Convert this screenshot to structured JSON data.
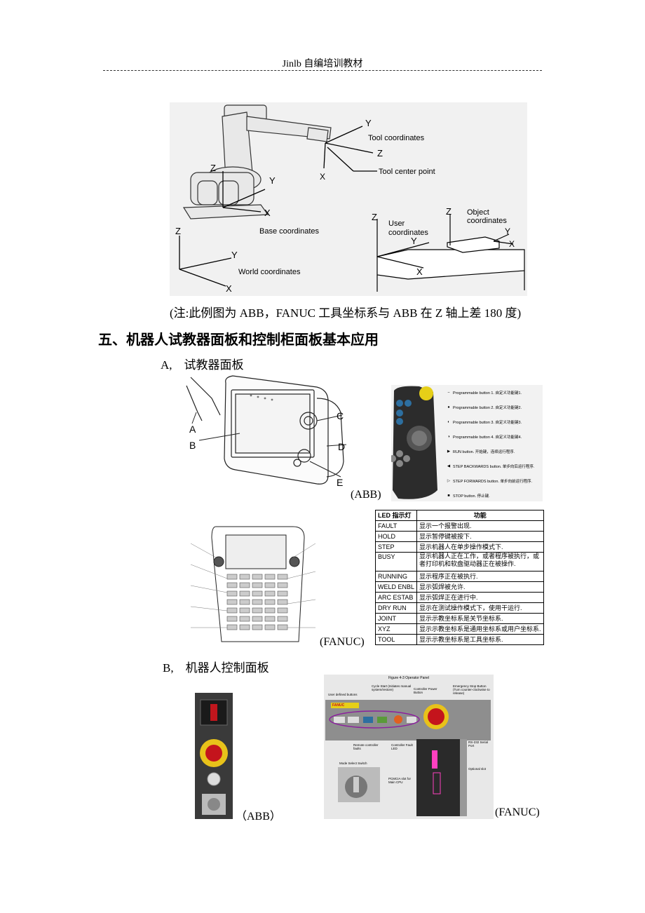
{
  "header": {
    "title": "Jinlb 自编培训教材"
  },
  "coord_figure": {
    "labels": {
      "tool_coords": "Tool coordinates",
      "tcp": "Tool center point",
      "base_coords": "Base coordinates",
      "world_coords": "World coordinates",
      "user_coords_1": "User",
      "user_coords_2": "coordinates",
      "object_coords_1": "Object",
      "object_coords_2": "coordinates"
    },
    "axes": {
      "x": "X",
      "y": "Y",
      "z": "Z"
    }
  },
  "note": "(注:此例图为 ABB，FANUC 工具坐标系与 ABB 在 Z 轴上差 180 度)",
  "section_title": "五、机器人试教器面板和控制柜面板基本应用",
  "subsection_a": "A,    试教器面板",
  "subsection_b": "B,    机器人控制面板",
  "pendant_callouts": [
    "A",
    "B",
    "C",
    "D",
    "E"
  ],
  "abb_buttons": [
    {
      "symbol": "−",
      "text": "Programmable button 1.   自定义功能键1."
    },
    {
      "symbol": "●",
      "text": "Programmable button 2.   自定义功能键2."
    },
    {
      "symbol": "◐",
      "text": "Programmable button 3.   自定义功能键3."
    },
    {
      "symbol": "◑",
      "text": "Programmable button 4.   自定义功能键4."
    },
    {
      "symbol": "▶",
      "text": "RUN button.   开始键，连续运行程序."
    },
    {
      "symbol": "◀",
      "text": "STEP BACKWARDS button.   单步向后运行程序."
    },
    {
      "symbol": "▷",
      "text": "STEP FORWARDS button.   单步向前运行程序."
    },
    {
      "symbol": "■",
      "text": "STOP button.   停止键."
    }
  ],
  "captions": {
    "abb": "(ABB)",
    "fanuc": "(FANUC)",
    "abb_b": "（ABB）",
    "fanuc_b": "(FANUC)"
  },
  "led_table": {
    "headers": [
      "LED 指示灯",
      "功能"
    ],
    "rows": [
      [
        "FAULT",
        "显示一个报警出现."
      ],
      [
        "HOLD",
        "显示暂停键被按下."
      ],
      [
        "STEP",
        "显示机器人在单步操作模式下."
      ],
      [
        "BUSY",
        "显示机器人正在工作，或者程序被执行，或者打印机和软盘驱动器正在被操作."
      ],
      [
        "RUNNING",
        "显示程序正在被执行."
      ],
      [
        "WELD ENBL",
        "显示弧焊被允许."
      ],
      [
        "ARC ESTAB",
        "显示弧焊正在进行中."
      ],
      [
        "DRY RUN",
        "显示在测试操作模式下，使用干运行."
      ],
      [
        "JOINT",
        "显示示教坐标系是关节坐标系."
      ],
      [
        "XYZ",
        "显示示教坐标系是通用坐标系或用户坐标系."
      ],
      [
        "TOOL",
        "显示示教坐标系是工具坐标系."
      ]
    ]
  },
  "fanuc_panel": {
    "title": "Figure 4-3 Operator Panel",
    "brand": "FANUC",
    "labels": [
      "User defined buttons",
      "Cycle Start (Initiates manual system/restore)",
      "Controller Power Button",
      "Emergency Stop Button (Turn counter-clockwise to release)",
      "Remote controller faults",
      "Controller Fault LED",
      "RS-232 Serial Port",
      "Mode Select Switch",
      "PCMCIA slot for Main CPU",
      "Optional slot"
    ]
  }
}
